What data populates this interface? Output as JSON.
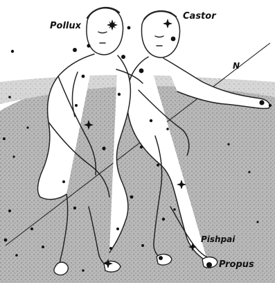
{
  "labels": {
    "pollux": "Pollux",
    "castor": "Castor",
    "north_marker": "N",
    "pishpai": "Pishpai",
    "propus": "Propus"
  }
}
